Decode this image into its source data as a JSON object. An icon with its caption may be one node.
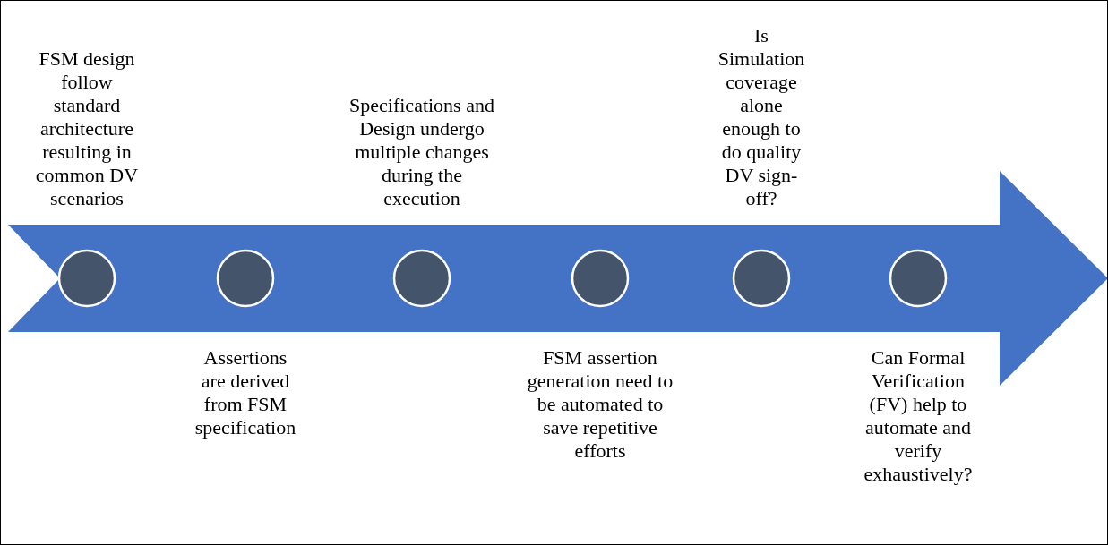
{
  "diagram": {
    "nodes": [
      {
        "text": [],
        "shape": "circle",
        "beside": [
          "FSM design follow standard architecture resulting in common DV scenarios"
        ]
      },
      {
        "text": [],
        "shape": "circle",
        "beside": [
          "Assertions are derived from FSM specification"
        ]
      },
      {
        "text": [],
        "shape": "circle",
        "beside": [
          "Specifications and Design undergo multiple changes during the execution"
        ]
      },
      {
        "text": [],
        "shape": "circle",
        "beside": [
          "FSM assertion generation need to be automated to save repetitive efforts"
        ]
      },
      {
        "text": [],
        "shape": "circle",
        "beside": [
          "Is Simulation coverage alone enough to do quality DV sign-off?"
        ]
      },
      {
        "text": [],
        "shape": "circle",
        "beside": [
          "Can Formal Verification (FV) help to automate and verify exhaustively?"
        ]
      }
    ]
  }
}
